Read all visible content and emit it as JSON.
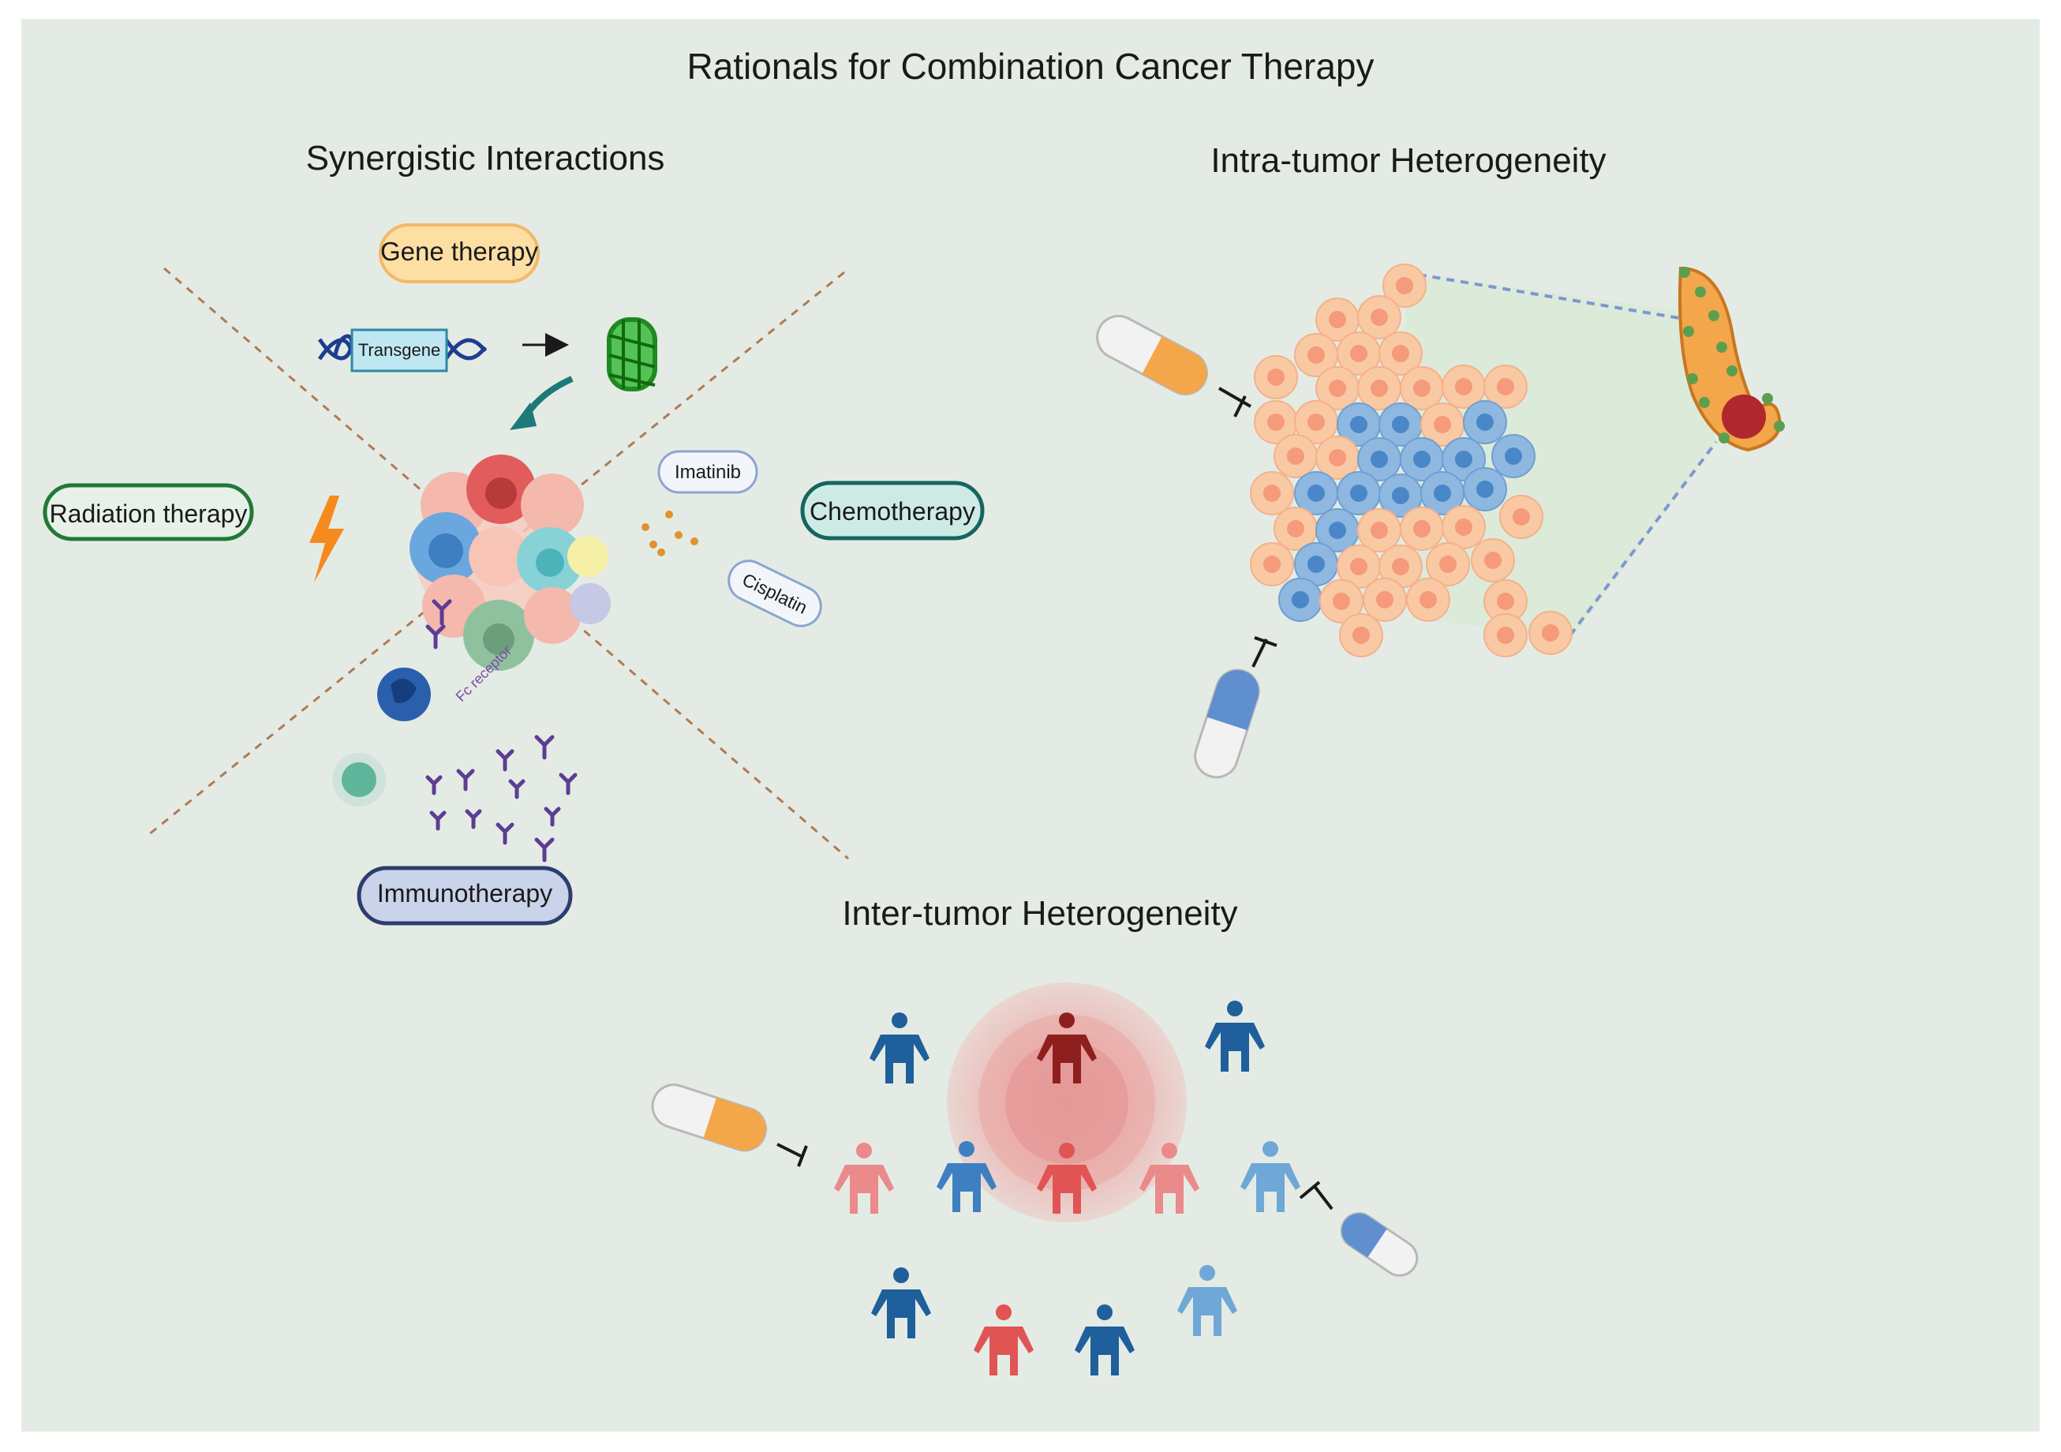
{
  "title": "Rationals for Combination Cancer Therapy",
  "sections": {
    "synergistic": "Synergistic Interactions",
    "intra": "Intra-tumor Heterogeneity",
    "inter": "Inter-tumor Heterogeneity"
  },
  "therapies": {
    "gene": "Gene therapy",
    "radiation": "Radiation therapy",
    "chemo": "Chemotherapy",
    "immuno": "Immunotherapy"
  },
  "labels": {
    "transgene": "Transgene",
    "imatinib": "Imatinib",
    "cisplatin": "Cisplatin",
    "fc_receptor": "Fc receptor"
  },
  "colors": {
    "background": "#e4ebe4",
    "gene_fill": "#fddfa4",
    "gene_stroke": "#f3b869",
    "radiation_stroke": "#1f7a35",
    "chemo_stroke": "#16655e",
    "chemo_fill": "#cdeae5",
    "immuno_stroke": "#2e3d6e",
    "immuno_fill": "#c9d3ea",
    "orange_cell": "#f9c9a3",
    "orange_nucleus": "#f59a7b",
    "blue_cell": "#8fb8e0",
    "blue_nucleus": "#4a87c9",
    "dark_blue": "#1e5f9c",
    "mid_blue": "#3e7fc1",
    "light_blue": "#6fa7d6",
    "dark_red": "#8e1f1f",
    "red": "#e15454",
    "pink": "#eb8a8a"
  },
  "icons": [
    "dna-icon",
    "gfp-protein-icon",
    "lightning-icon",
    "tumor-cluster-icon",
    "drug-dots-icon",
    "immune-cell-icon",
    "antibody-icon",
    "capsule-icon",
    "inhibition-icon",
    "pancreas-icon",
    "person-icon"
  ]
}
